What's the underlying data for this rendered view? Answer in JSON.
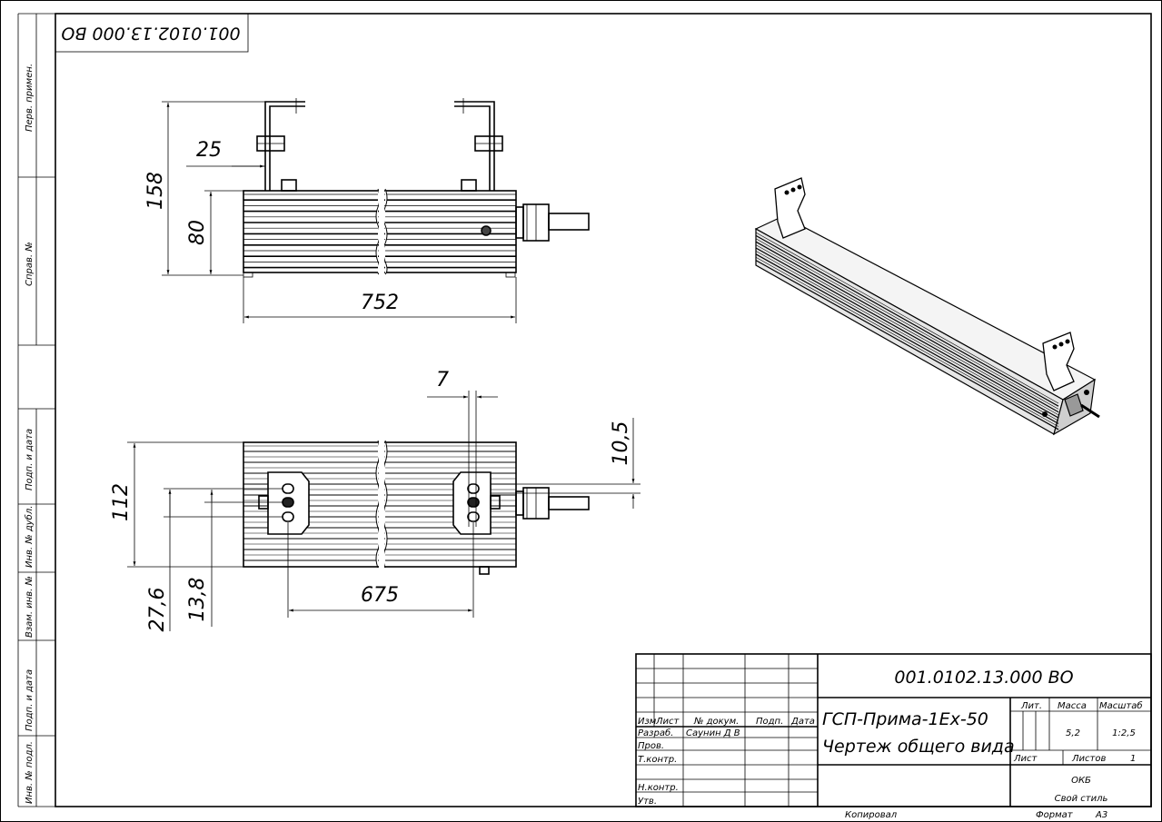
{
  "drawing": {
    "code": "001.0102.13.000 ВО",
    "code_stamp": "001.0102.13.000 ВО",
    "title_line1": "ГСП-Прима-1Ех-50",
    "title_line2": "Чертеж общего вида"
  },
  "side_labels": {
    "perv_primen": "Перв. примен.",
    "sprav_no": "Справ. №",
    "podp_data_top": "Подп. и дата",
    "inv_dubl": "Инв. № дубл.",
    "vzam_inv": "Взам. инв. №",
    "podp_data_bottom": "Подп. и дата",
    "inv_podl": "Инв. № подл."
  },
  "dimensions": {
    "d158": "158",
    "d80": "80",
    "d25": "25",
    "d752": "752",
    "d7": "7",
    "d10_5": "10,5",
    "d112": "112",
    "d27_6": "27,6",
    "d13_8": "13,8",
    "d675": "675"
  },
  "title_block": {
    "izm": "Изм",
    "list": "Лист",
    "no_dokum": "№ докум.",
    "podp": "Подп.",
    "data": "Дата",
    "razrab": "Разраб.",
    "razrab_name": "Саунин Д В",
    "prov": "Пров.",
    "tkontr": "Т.контр.",
    "nkontr": "Н.контр.",
    "utv": "Утв.",
    "lit": "Лит.",
    "massa": "Масса",
    "masshtab": "Масштаб",
    "massa_value": "5,2",
    "masshtab_value": "1:2,5",
    "list_label": "Лист",
    "listov_label": "Листов",
    "listov_value": "1",
    "org_line1": "ОКБ",
    "org_line2": "Свой стиль"
  },
  "footer": {
    "kopiroval": "Копировал",
    "format": "Формат",
    "format_value": "А3"
  }
}
